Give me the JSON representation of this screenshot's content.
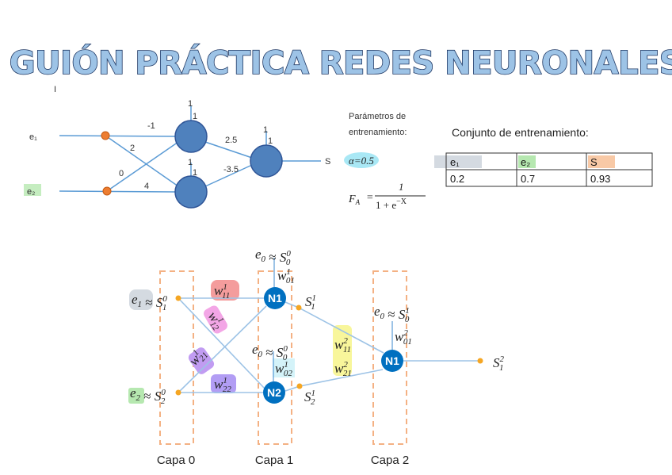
{
  "title": "GUIÓN PRÁCTICA REDES NEURONALES",
  "stray_mark": "I",
  "top_network": {
    "inputs": [
      "e₁",
      "e₂"
    ],
    "weights_input_hidden": [
      "-1",
      "2",
      "0",
      "4"
    ],
    "bias_hidden_1": [
      "1",
      "1"
    ],
    "bias_hidden_2": [
      "1",
      "1"
    ],
    "bias_output": [
      "1",
      "1"
    ],
    "weights_hidden_output": [
      "2.5",
      "-3.5"
    ],
    "output": "S"
  },
  "parameters": {
    "heading_line1": "Parámetros de",
    "heading_line2": "entrenamiento:",
    "alpha": "α=0.5",
    "activation_lhs": "F",
    "activation_lhs_sub": "A",
    "activation_eq": "=",
    "activation_num": "1",
    "activation_den": "1 + e",
    "activation_den_exp": "−X"
  },
  "training_set": {
    "heading": "Conjunto de entrenamiento:",
    "columns": [
      "e₁",
      "e₂",
      "S"
    ],
    "rows": [
      [
        "0.2",
        "0.7",
        "0.93"
      ]
    ]
  },
  "layered_network": {
    "layers": [
      "Capa 0",
      "Capa 1",
      "Capa 2"
    ],
    "neurons": [
      "N1",
      "N2",
      "N1"
    ],
    "labels": [
      {
        "id": "in1",
        "parts": [
          [
            "e",
            "1",
            ""
          ],
          [
            "≈",
            "",
            ""
          ],
          [
            "S",
            "1",
            "0"
          ]
        ]
      },
      {
        "id": "in2",
        "parts": [
          [
            "e",
            "2",
            ""
          ],
          [
            "≈",
            "",
            ""
          ],
          [
            "S",
            "2",
            "0"
          ]
        ]
      },
      {
        "id": "bias1",
        "parts": [
          [
            "e",
            "0",
            ""
          ],
          [
            "≈",
            "",
            ""
          ],
          [
            "S",
            "0",
            "0"
          ]
        ]
      },
      {
        "id": "bias2",
        "parts": [
          [
            "e",
            "0",
            ""
          ],
          [
            "≈",
            "",
            ""
          ],
          [
            "S",
            "0",
            "0"
          ]
        ]
      },
      {
        "id": "bias3",
        "parts": [
          [
            "e",
            "0",
            ""
          ],
          [
            "≈",
            "",
            ""
          ],
          [
            "S",
            "0",
            "1"
          ]
        ]
      },
      {
        "id": "w01_1",
        "parts": [
          [
            "w",
            "01",
            "1"
          ]
        ]
      },
      {
        "id": "w02_1",
        "parts": [
          [
            "w",
            "02",
            "1"
          ]
        ]
      },
      {
        "id": "w11_1",
        "parts": [
          [
            "w",
            "11",
            "1"
          ]
        ]
      },
      {
        "id": "w12_1",
        "parts": [
          [
            "w",
            "12",
            "1"
          ]
        ]
      },
      {
        "id": "w21_1",
        "parts": [
          [
            "w",
            "21",
            "1"
          ]
        ]
      },
      {
        "id": "w22_1",
        "parts": [
          [
            "w",
            "22",
            "1"
          ]
        ]
      },
      {
        "id": "w11_2",
        "parts": [
          [
            "w",
            "11",
            "2"
          ]
        ]
      },
      {
        "id": "w21_2",
        "parts": [
          [
            "w",
            "21",
            "2"
          ]
        ]
      },
      {
        "id": "w01_2",
        "parts": [
          [
            "w",
            "01",
            "2"
          ]
        ]
      },
      {
        "id": "s1_1",
        "parts": [
          [
            "S",
            "1",
            "1"
          ]
        ]
      },
      {
        "id": "s2_1",
        "parts": [
          [
            "S",
            "2",
            "1"
          ]
        ]
      },
      {
        "id": "s1_2",
        "parts": [
          [
            "S",
            "1",
            "2"
          ]
        ]
      }
    ]
  },
  "colors": {
    "neuron": "#4f81bd",
    "neuron_dark": "#0070c0",
    "input_node": "#ed7d31",
    "link": "#9dc3e6",
    "layer_box": "#f4b183",
    "highlight_cyan": "#a9e8f5",
    "highlight_green": "#b6e8b0",
    "highlight_gray": "#c9d1d9",
    "highlight_orange": "#f8c9a6",
    "highlight_red": "#f28b8b",
    "highlight_pink": "#f3a6e6",
    "highlight_purple": "#c19cf2",
    "highlight_yellow": "#f7f58a"
  }
}
